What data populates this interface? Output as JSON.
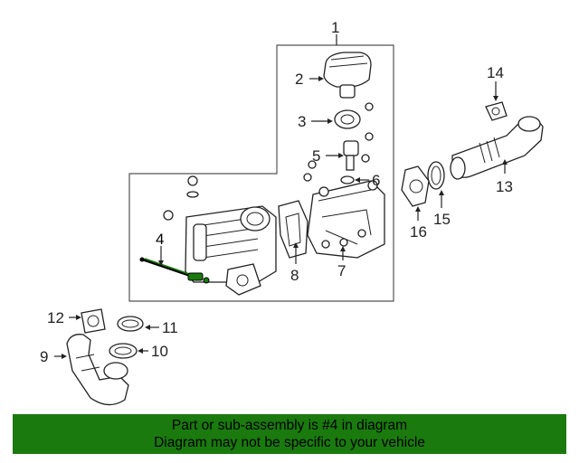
{
  "callouts": {
    "c1": "1",
    "c2": "2",
    "c3": "3",
    "c4": "4",
    "c5": "5",
    "c6": "6",
    "c7": "7",
    "c8": "8",
    "c9": "9",
    "c10": "10",
    "c11": "11",
    "c12": "12",
    "c13": "13",
    "c14": "14",
    "c15": "15",
    "c16": "16"
  },
  "highlight_color": "#1a7a0e",
  "banner": {
    "line1": "Part or sub-assembly is #4 in diagram",
    "line2": "Diagram may not be specific to your vehicle"
  }
}
